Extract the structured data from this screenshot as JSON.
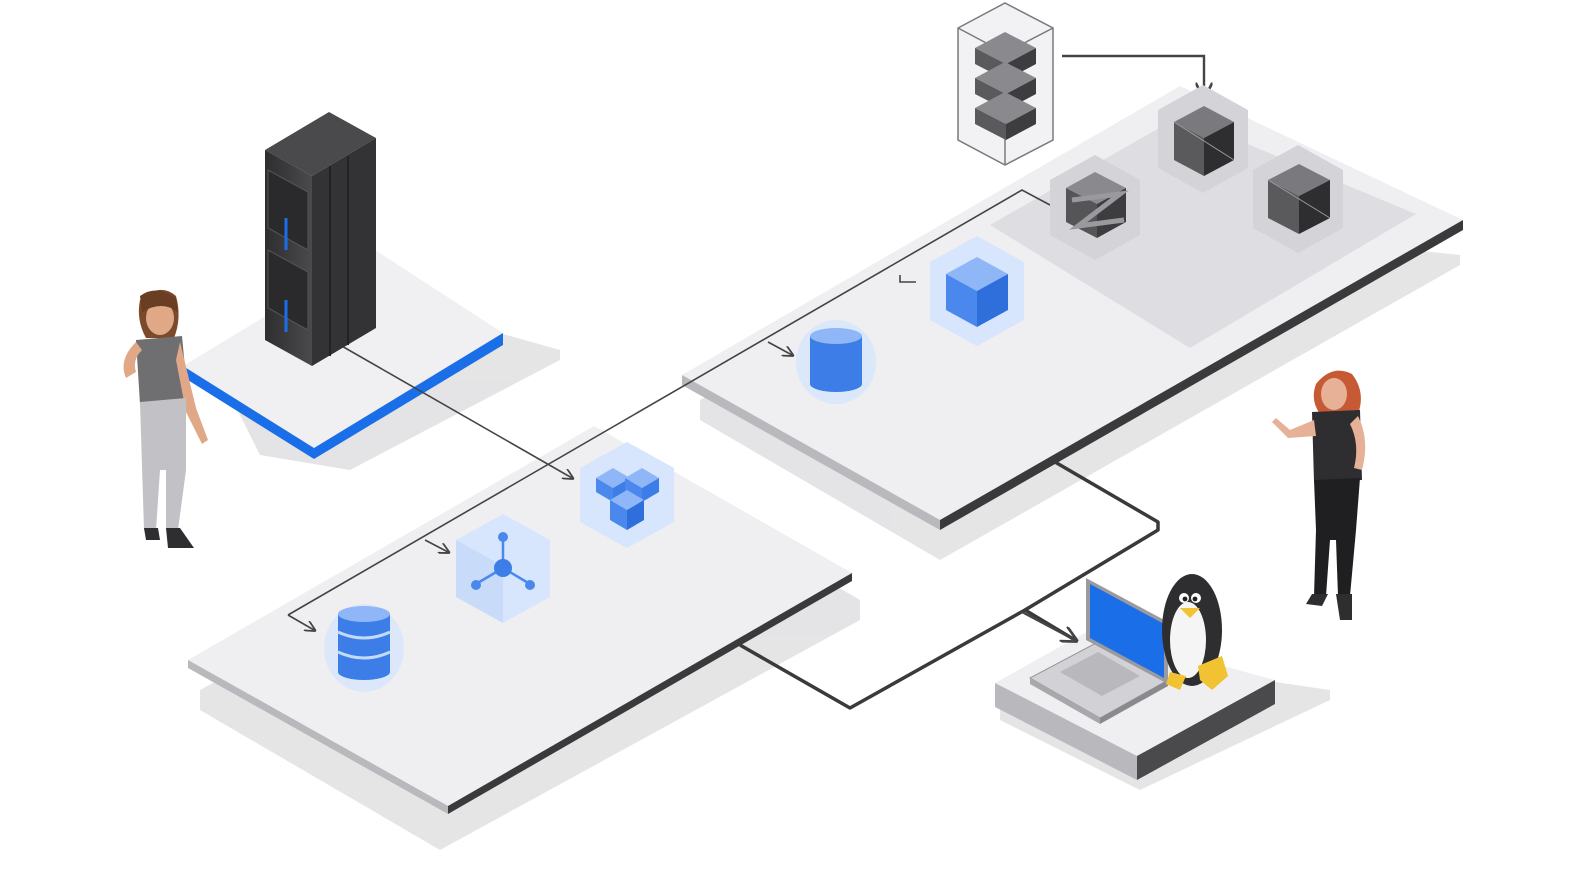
{
  "illustration": {
    "text_content": [],
    "figures": [
      {
        "id": "person-left",
        "role": "person"
      },
      {
        "id": "person-right",
        "role": "person"
      }
    ],
    "platforms": [
      {
        "id": "onprem-platform",
        "accent": "blue"
      },
      {
        "id": "lower-cloud-platform"
      },
      {
        "id": "upper-cloud-platform"
      },
      {
        "id": "workstation-platform"
      }
    ],
    "icons": [
      {
        "id": "server-rack-icon"
      },
      {
        "id": "database-stack-icon"
      },
      {
        "id": "network-hub-icon"
      },
      {
        "id": "blocks-icon"
      },
      {
        "id": "cylinder-icon"
      },
      {
        "id": "cube-icon"
      },
      {
        "id": "container-stack-icon"
      },
      {
        "id": "z-cube-icon"
      },
      {
        "id": "dark-cube-icon"
      },
      {
        "id": "laptop-icon"
      },
      {
        "id": "linux-penguin-icon"
      }
    ]
  },
  "colors": {
    "background": "#ffffff",
    "platform_top": "#eeeef0",
    "platform_side": "#3a3a3c",
    "platform_side_light": "#b9b9bd",
    "shadow": "#d8d8da",
    "accent_blue": "#1a6fe8",
    "icon_blue": "#4a88ee",
    "icon_blue_light": "#8fb6f6",
    "halo_blue": "#d7e6fc",
    "dark_metal": "#3d3d40",
    "grey_cube": "#7a7a7e",
    "connector": "#444446"
  }
}
